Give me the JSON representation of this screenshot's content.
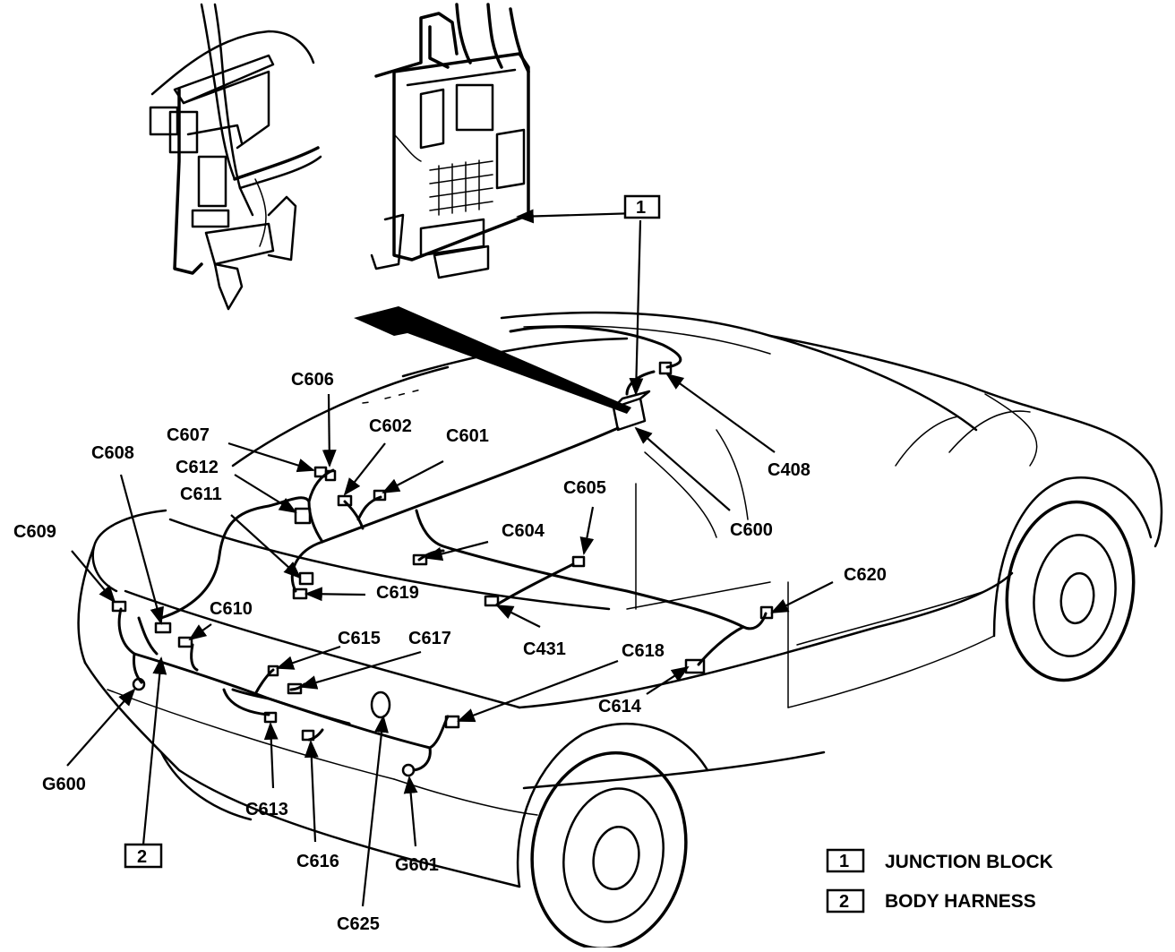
{
  "callouts": {
    "c606": "C606",
    "c607": "C607",
    "c602": "C602",
    "c601": "C601",
    "c608": "C608",
    "c612": "C612",
    "c611": "C611",
    "c609": "C609",
    "c605": "C605",
    "c604": "C604",
    "c408": "C408",
    "c600": "C600",
    "c620": "C620",
    "c619": "C619",
    "c610": "C610",
    "c615": "C615",
    "c617": "C617",
    "c431": "C431",
    "c618": "C618",
    "c614": "C614",
    "g600": "G600",
    "c613": "C613",
    "c616": "C616",
    "g601": "G601",
    "c625": "C625"
  },
  "markers": {
    "one": "1",
    "two": "2"
  },
  "legend": [
    {
      "number": "1",
      "label": "JUNCTION BLOCK"
    },
    {
      "number": "2",
      "label": "BODY HARNESS"
    }
  ]
}
